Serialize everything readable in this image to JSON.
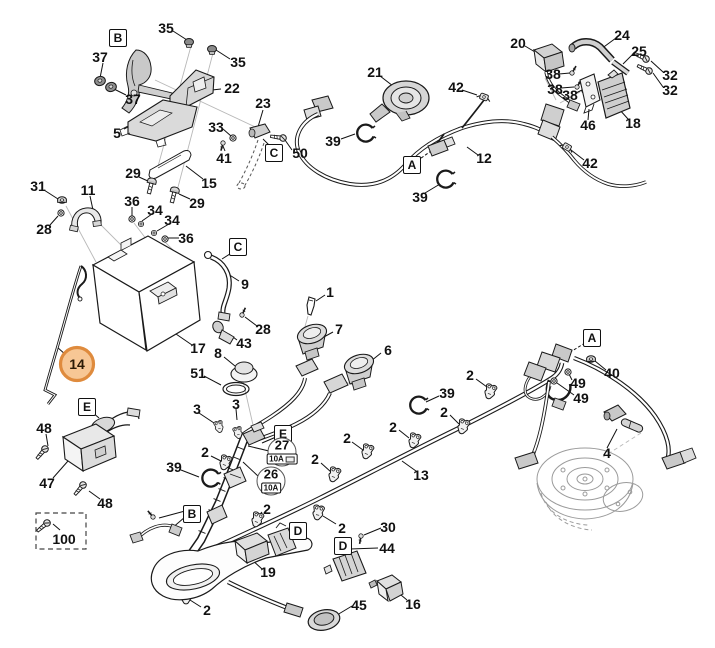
{
  "diagram": {
    "background": "#ffffff",
    "line_color": "#1a1a1a",
    "highlight": {
      "number": "14",
      "fill": "#f7c795",
      "border": "#df8b3d"
    },
    "fuses": {
      "f27": {
        "number": "27",
        "rating": "10A"
      },
      "f26": {
        "number": "26",
        "rating": "10A"
      }
    },
    "refs": {
      "b1": "B",
      "b2": "B",
      "c1": "C",
      "c2": "C",
      "a1": "A",
      "a2": "A",
      "d1": "D",
      "d2": "D",
      "e1": "E",
      "e2": "E"
    },
    "parts": {
      "n35a": "35",
      "n35b": "35",
      "n37a": "37",
      "n37b": "37",
      "n22": "22",
      "n5": "5",
      "n23": "23",
      "n33": "33",
      "n41": "41",
      "n50": "50",
      "n15": "15",
      "n29a": "29",
      "n29b": "29",
      "n31": "31",
      "n28a": "28",
      "n11": "11",
      "n36a": "36",
      "n34a": "34",
      "n34b": "34",
      "n36b": "36",
      "n17": "17",
      "n9": "9",
      "n28b": "28",
      "n43": "43",
      "n8": "8",
      "n51": "51",
      "n1": "1",
      "n7": "7",
      "n6": "6",
      "n3a": "3",
      "n3b": "3",
      "n14": "14",
      "n48a": "48",
      "n47": "47",
      "n48b": "48",
      "n100": "100",
      "n39a": "39",
      "n39b": "39",
      "n39c": "39",
      "n39d": "39",
      "n12": "12",
      "n42a": "42",
      "n42b": "42",
      "n21": "21",
      "n20": "20",
      "n24": "24",
      "n25": "25",
      "n32a": "32",
      "n32b": "32",
      "n38a": "38",
      "n38b": "38",
      "n38c": "38",
      "n46": "46",
      "n18": "18",
      "n40": "40",
      "n49a": "49",
      "n49b": "49",
      "n4": "4",
      "n13": "13",
      "n19": "19",
      "n45": "45",
      "n16": "16",
      "n30": "30",
      "n44": "44",
      "n2a": "2",
      "n2b": "2",
      "n2c": "2",
      "n2d": "2",
      "n2e": "2",
      "n2f": "2",
      "n2g": "2",
      "n2h": "2",
      "n2i": "2"
    }
  }
}
